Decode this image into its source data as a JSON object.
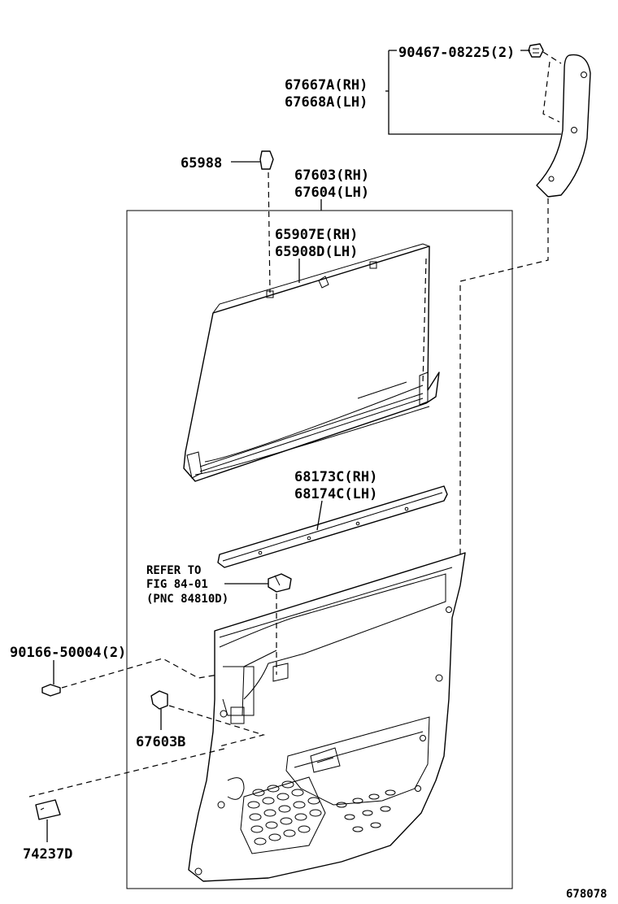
{
  "labels": {
    "fastener_top": "90467-08225(2)",
    "panel_upper_rh": "67667A(RH)",
    "panel_upper_lh": "67668A(LH)",
    "clip_65988": "65988",
    "board_rh": "67603(RH)",
    "board_lh": "67604(LH)",
    "sunshade_rh": "65907E(RH)",
    "sunshade_lh": "65908D(LH)",
    "weatherstrip_rh": "68173C(RH)",
    "weatherstrip_lh": "68174C(LH)",
    "refer_line1": "REFER TO",
    "refer_line2": "FIG 84-01",
    "refer_line3": "(PNC 84810D)",
    "screw": "90166-50004(2)",
    "clip_67603b": "67603B",
    "cap_74237d": "74237D",
    "figure_number": "678078"
  }
}
